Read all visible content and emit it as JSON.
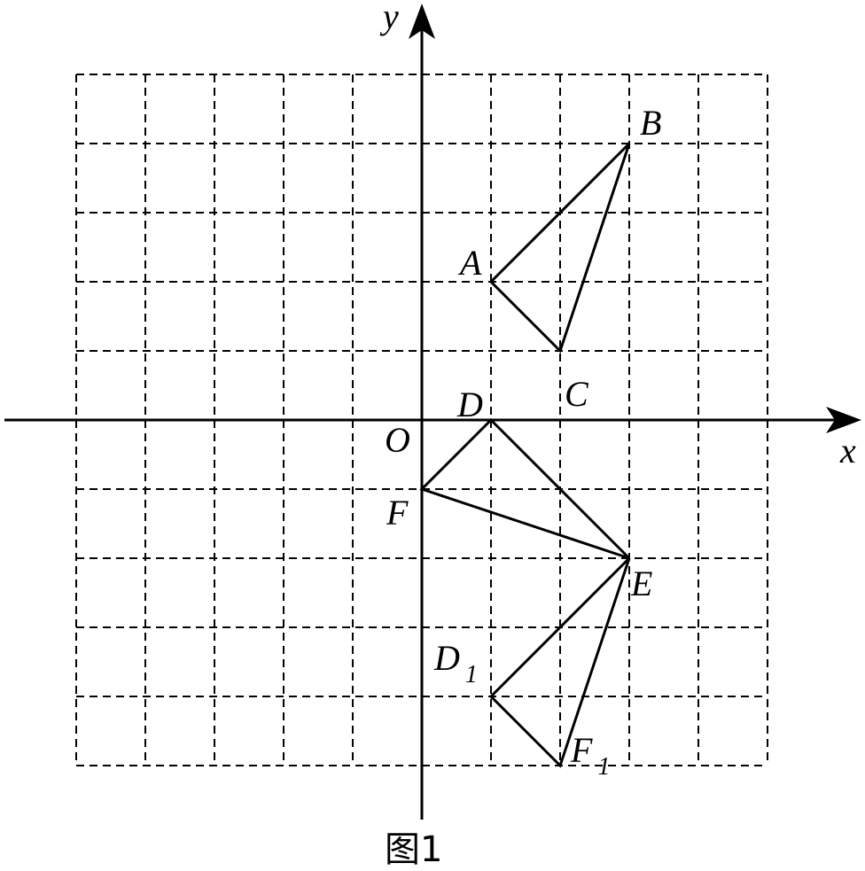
{
  "caption": "图1",
  "axes": {
    "x_label": "x",
    "y_label": "y",
    "origin_label": "O"
  },
  "grid": {
    "x_range": [
      -5,
      5
    ],
    "y_range": [
      -5,
      5
    ],
    "style": "dashed",
    "unit": 1
  },
  "points": [
    {
      "id": "A",
      "name": "A",
      "sub": "",
      "x": 1,
      "y": 2
    },
    {
      "id": "B",
      "name": "B",
      "sub": "",
      "x": 3,
      "y": 4
    },
    {
      "id": "C",
      "name": "C",
      "sub": "",
      "x": 2,
      "y": 1
    },
    {
      "id": "D",
      "name": "D",
      "sub": "",
      "x": 1,
      "y": 0
    },
    {
      "id": "E",
      "name": "E",
      "sub": "",
      "x": 3,
      "y": -2
    },
    {
      "id": "F",
      "name": "F",
      "sub": "",
      "x": 0,
      "y": -1
    },
    {
      "id": "D1",
      "name": "D",
      "sub": "1",
      "x": 1,
      "y": -4
    },
    {
      "id": "F1",
      "name": "F",
      "sub": "1",
      "x": 2,
      "y": -5
    }
  ],
  "polygons": [
    {
      "name": "triangle-abc",
      "vertices": [
        "A",
        "B",
        "C"
      ]
    },
    {
      "name": "triangle-def",
      "vertices": [
        "D",
        "E",
        "F"
      ]
    },
    {
      "name": "triangle-d1ef1",
      "vertices": [
        "D1",
        "E",
        "F1"
      ]
    }
  ]
}
